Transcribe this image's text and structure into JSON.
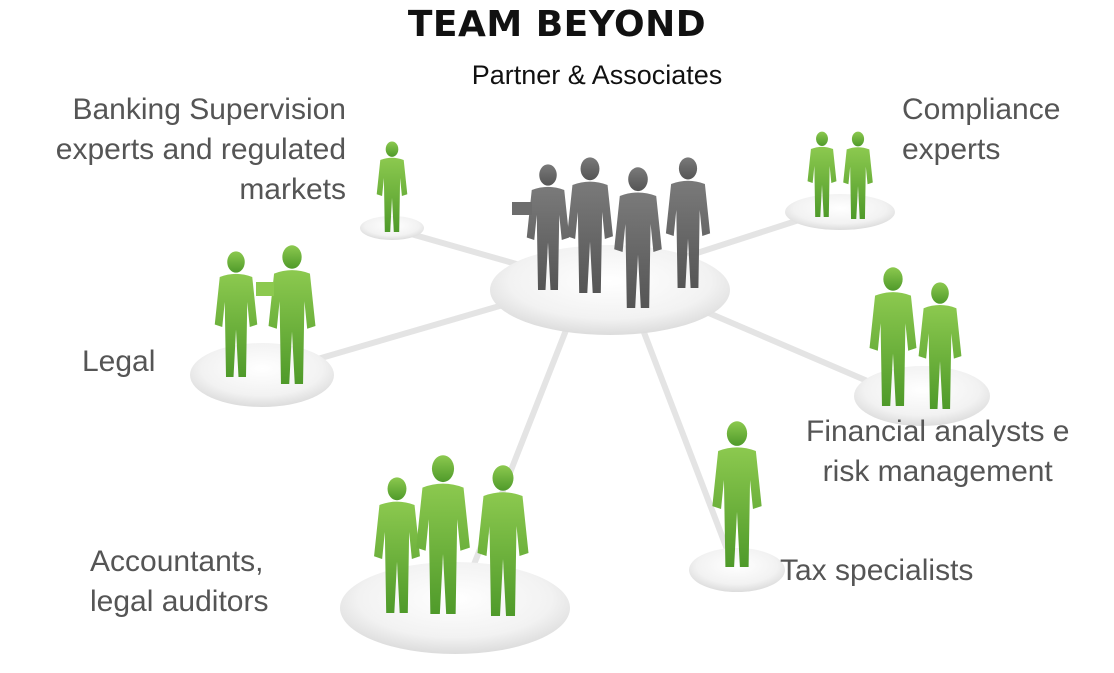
{
  "title": "TEAM BEYOND",
  "subtitle": "Partner & Associates",
  "colors": {
    "center_figures": "#6d6d6d",
    "node_figures": "#6db33f",
    "label_text": "#555555",
    "platform": "#eeeeee"
  },
  "nodes": {
    "banking": {
      "lines": [
        "Banking Supervision",
        "experts and regulated",
        "markets"
      ]
    },
    "compliance": {
      "lines": [
        "Compliance",
        "experts"
      ]
    },
    "legal": {
      "lines": [
        "Legal"
      ]
    },
    "financial": {
      "lines": [
        "Financial analysts e",
        "risk management"
      ]
    },
    "accountants": {
      "lines": [
        "Accountants,",
        "legal auditors"
      ]
    },
    "tax": {
      "lines": [
        "Tax specialists"
      ]
    }
  }
}
